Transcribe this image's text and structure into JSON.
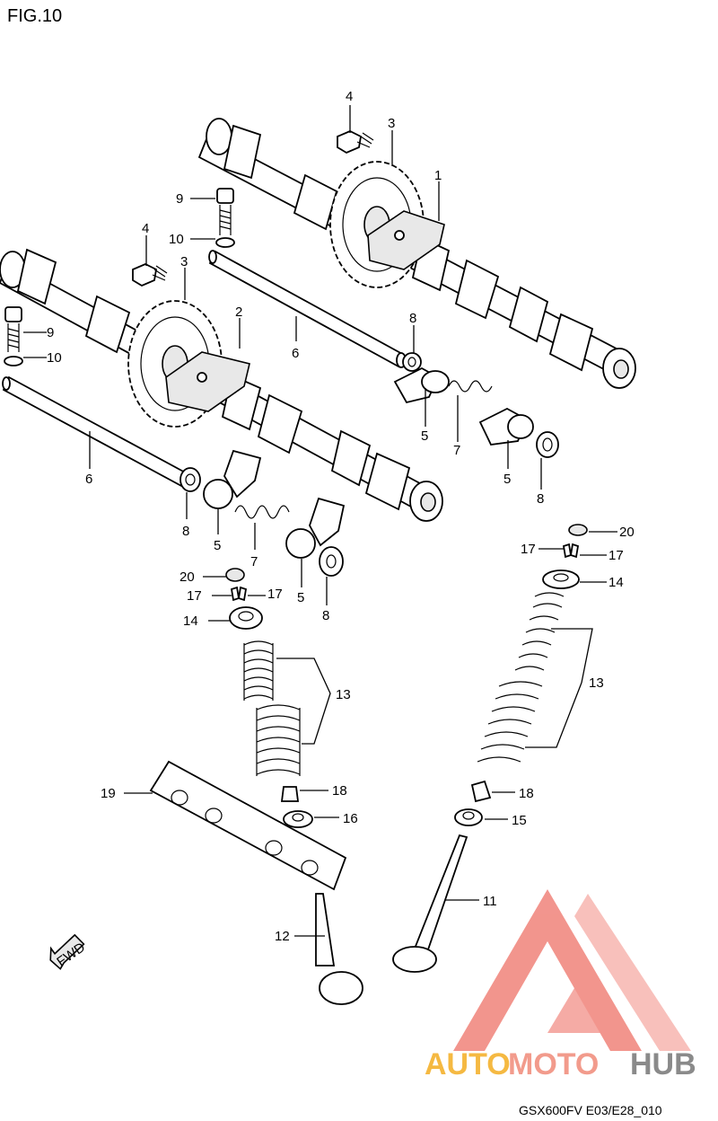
{
  "figure_id": "FIG.10",
  "drawing_code": "GSX600FV E03/E28_010",
  "fwd_arrow_label": "FWD",
  "watermark": {
    "part1": "AUTO",
    "part2": "MOTO",
    "part3": "HUB",
    "color_part1": "#f5b942",
    "color_part2": "#f29b8c",
    "color_part3": "#8a8a8a",
    "logo_color": "#f0837a"
  },
  "callouts": [
    {
      "id": "c4a",
      "label": "4"
    },
    {
      "id": "c3a",
      "label": "3"
    },
    {
      "id": "c1",
      "label": "1"
    },
    {
      "id": "c9a",
      "label": "9"
    },
    {
      "id": "c10a",
      "label": "10"
    },
    {
      "id": "c4b",
      "label": "4"
    },
    {
      "id": "c3b",
      "label": "3"
    },
    {
      "id": "c2",
      "label": "2"
    },
    {
      "id": "c6a",
      "label": "6"
    },
    {
      "id": "c8a",
      "label": "8"
    },
    {
      "id": "c9b",
      "label": "9"
    },
    {
      "id": "c10b",
      "label": "10"
    },
    {
      "id": "c5a",
      "label": "5"
    },
    {
      "id": "c7a",
      "label": "7"
    },
    {
      "id": "c5b",
      "label": "5"
    },
    {
      "id": "c8b",
      "label": "8"
    },
    {
      "id": "c6b",
      "label": "6"
    },
    {
      "id": "c8c",
      "label": "8"
    },
    {
      "id": "c5c",
      "label": "5"
    },
    {
      "id": "c7b",
      "label": "7"
    },
    {
      "id": "c5d",
      "label": "5"
    },
    {
      "id": "c8d",
      "label": "8"
    },
    {
      "id": "c20a",
      "label": "20"
    },
    {
      "id": "c17a",
      "label": "17"
    },
    {
      "id": "c17b",
      "label": "17"
    },
    {
      "id": "c14a",
      "label": "14"
    },
    {
      "id": "c13a",
      "label": "13"
    },
    {
      "id": "c20b",
      "label": "20"
    },
    {
      "id": "c17c",
      "label": "17"
    },
    {
      "id": "c17d",
      "label": "17"
    },
    {
      "id": "c14b",
      "label": "14"
    },
    {
      "id": "c13b",
      "label": "13"
    },
    {
      "id": "c19",
      "label": "19"
    },
    {
      "id": "c18a",
      "label": "18"
    },
    {
      "id": "c16",
      "label": "16"
    },
    {
      "id": "c18b",
      "label": "18"
    },
    {
      "id": "c15",
      "label": "15"
    },
    {
      "id": "c11",
      "label": "11"
    },
    {
      "id": "c12",
      "label": "12"
    }
  ]
}
